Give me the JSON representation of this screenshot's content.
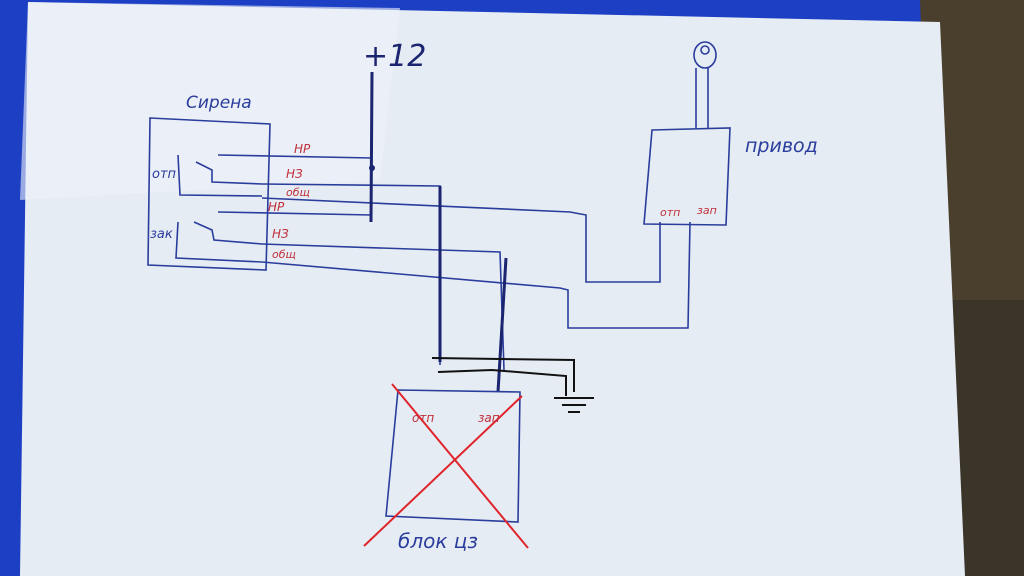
{
  "labels": {
    "supply": "+12",
    "siren": "Сирена",
    "drive": "привод",
    "block": "блок цз",
    "relay_open": "отп",
    "relay_close": "зак",
    "no_1": "НР",
    "nc_1": "НЗ",
    "com_1": "общ",
    "no_2": "НР",
    "nc_2": "НЗ",
    "com_2": "общ",
    "drive_open": "отп",
    "drive_close": "зап",
    "block_open": "отп",
    "block_close": "зап"
  },
  "colors": {
    "ink_blue": "#2a3d9c",
    "ink_dark": "#1a2470",
    "ink_black": "#111111",
    "ink_red": "#e0242c",
    "paper": "#e6ecf4",
    "folder_blue": "#1d3fc4"
  },
  "icons": {
    "ground": "ground-symbol",
    "motor": "motor-shaft"
  }
}
